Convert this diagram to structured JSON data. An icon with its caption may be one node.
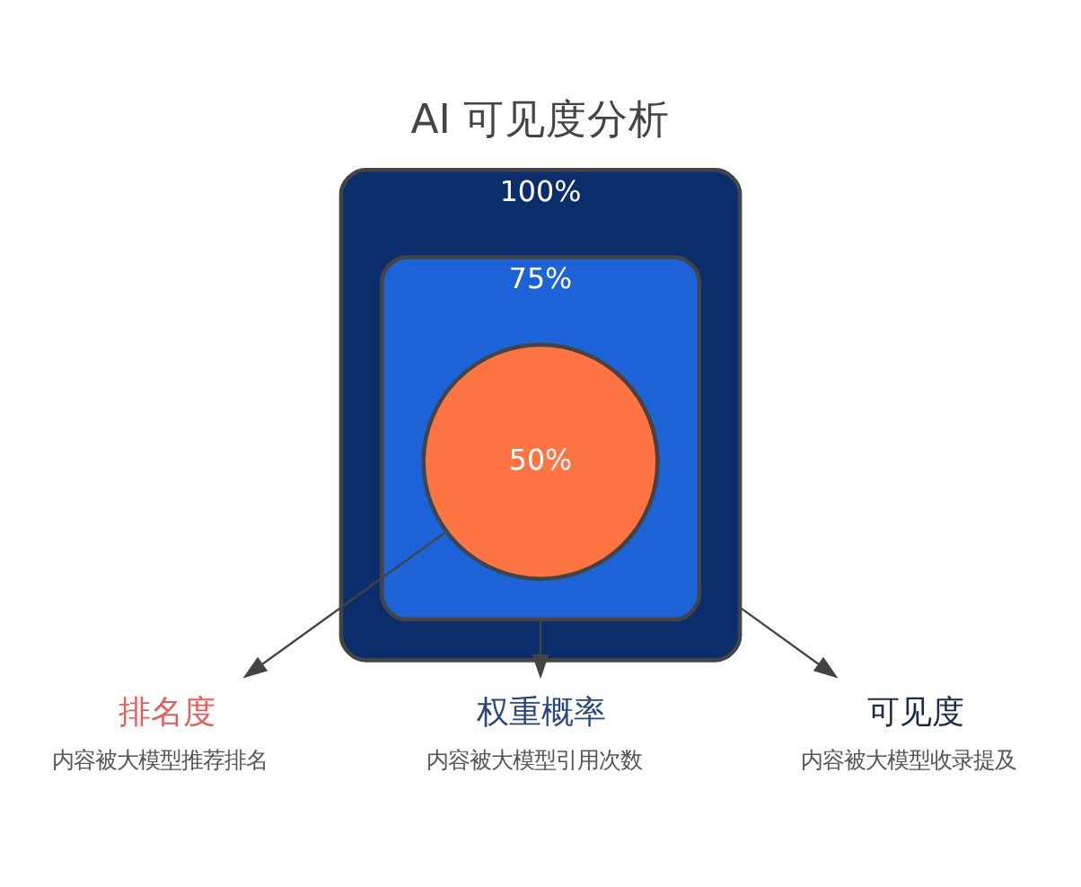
{
  "diagram": {
    "title": "AI 可见度分析",
    "nodes": [
      {
        "text": [
          "100%"
        ]
      },
      {
        "text": [
          "75%"
        ],
        "in": 0
      },
      {
        "text": [
          "50%"
        ],
        "in": 1
      },
      {
        "text": [
          "排名度",
          "内容被大模型推荐排名"
        ]
      },
      {
        "text": [
          "权重概率",
          "内容被大模型引用次数"
        ]
      },
      {
        "text": [
          "可见度",
          "内容被大模型收录提及"
        ]
      }
    ],
    "edges": [
      {
        "from": 2,
        "to": 3,
        "arrow": "to"
      },
      {
        "from": 1,
        "to": 4,
        "arrow": "to"
      },
      {
        "from": 0,
        "to": 5,
        "arrow": "to"
      }
    ]
  }
}
